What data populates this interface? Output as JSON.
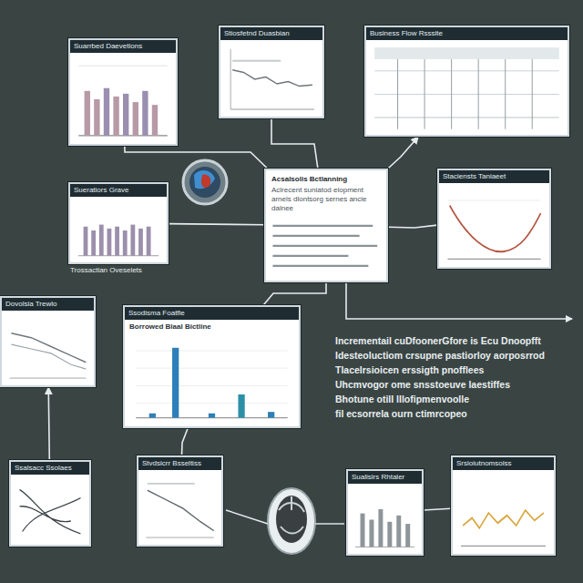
{
  "diagram": {
    "nodes": [
      {
        "text": [
          "Suarrbed Daevetions"
        ]
      },
      {
        "text": [
          "Stiosfetnd Duasbian"
        ]
      },
      {
        "text": [
          "Business Flow Rsssite"
        ]
      },
      {
        "text": [
          "Acsalsolis Bctlanning",
          "Aclrecent suniatod elopment arnels dlontsorg sernes ancie dalnee"
        ]
      },
      {
        "text": [
          "Sueratiors Grave",
          "Trossactian Oveselets"
        ]
      },
      {
        "text": [
          "Staciensts Taniaeet"
        ]
      },
      {
        "text": [
          "Dovolsia Trewlo"
        ]
      },
      {
        "text": [
          "Ssodisma Foatfle",
          "Borrowed Blaal Bictline"
        ]
      },
      {
        "text": [
          "Ssalsacc Ssolaes"
        ]
      },
      {
        "text": [
          "Stvdsicrr Bsseltiss"
        ]
      },
      {
        "text": [
          "Sualisirs Rhtaler"
        ]
      },
      {
        "text": [
          "Srsioiutnomsoiss"
        ]
      }
    ],
    "edges": [
      {
        "from": 0,
        "to": 3,
        "arrow": "none"
      },
      {
        "from": 1,
        "to": 3,
        "arrow": "none"
      },
      {
        "from": 3,
        "to": 2,
        "arrow": "to"
      },
      {
        "from": 3,
        "to": 5,
        "arrow": "none"
      },
      {
        "from": 4,
        "to": 3,
        "arrow": "none"
      },
      {
        "from": 3,
        "to": 7,
        "arrow": "none"
      },
      {
        "from": 8,
        "to": 6,
        "arrow": "to"
      },
      {
        "from": 7,
        "to": 9,
        "arrow": "none"
      },
      {
        "from": 10,
        "to": 11,
        "arrow": "none"
      }
    ],
    "labels": [
      "Incrementail cuDfoonerGfore is Ecu Dnoopfft",
      "Idesteoluctiom crsupne pastiorloy aorposrrod",
      "Tlacelrsioicen erssigth pnofflees",
      "Uhcmvogor ome snsstoeuve laestiffes",
      "Bhotune otilI lIlofipmenvoolle",
      "fil ecsorrela ourn ctimrcopeo"
    ]
  }
}
